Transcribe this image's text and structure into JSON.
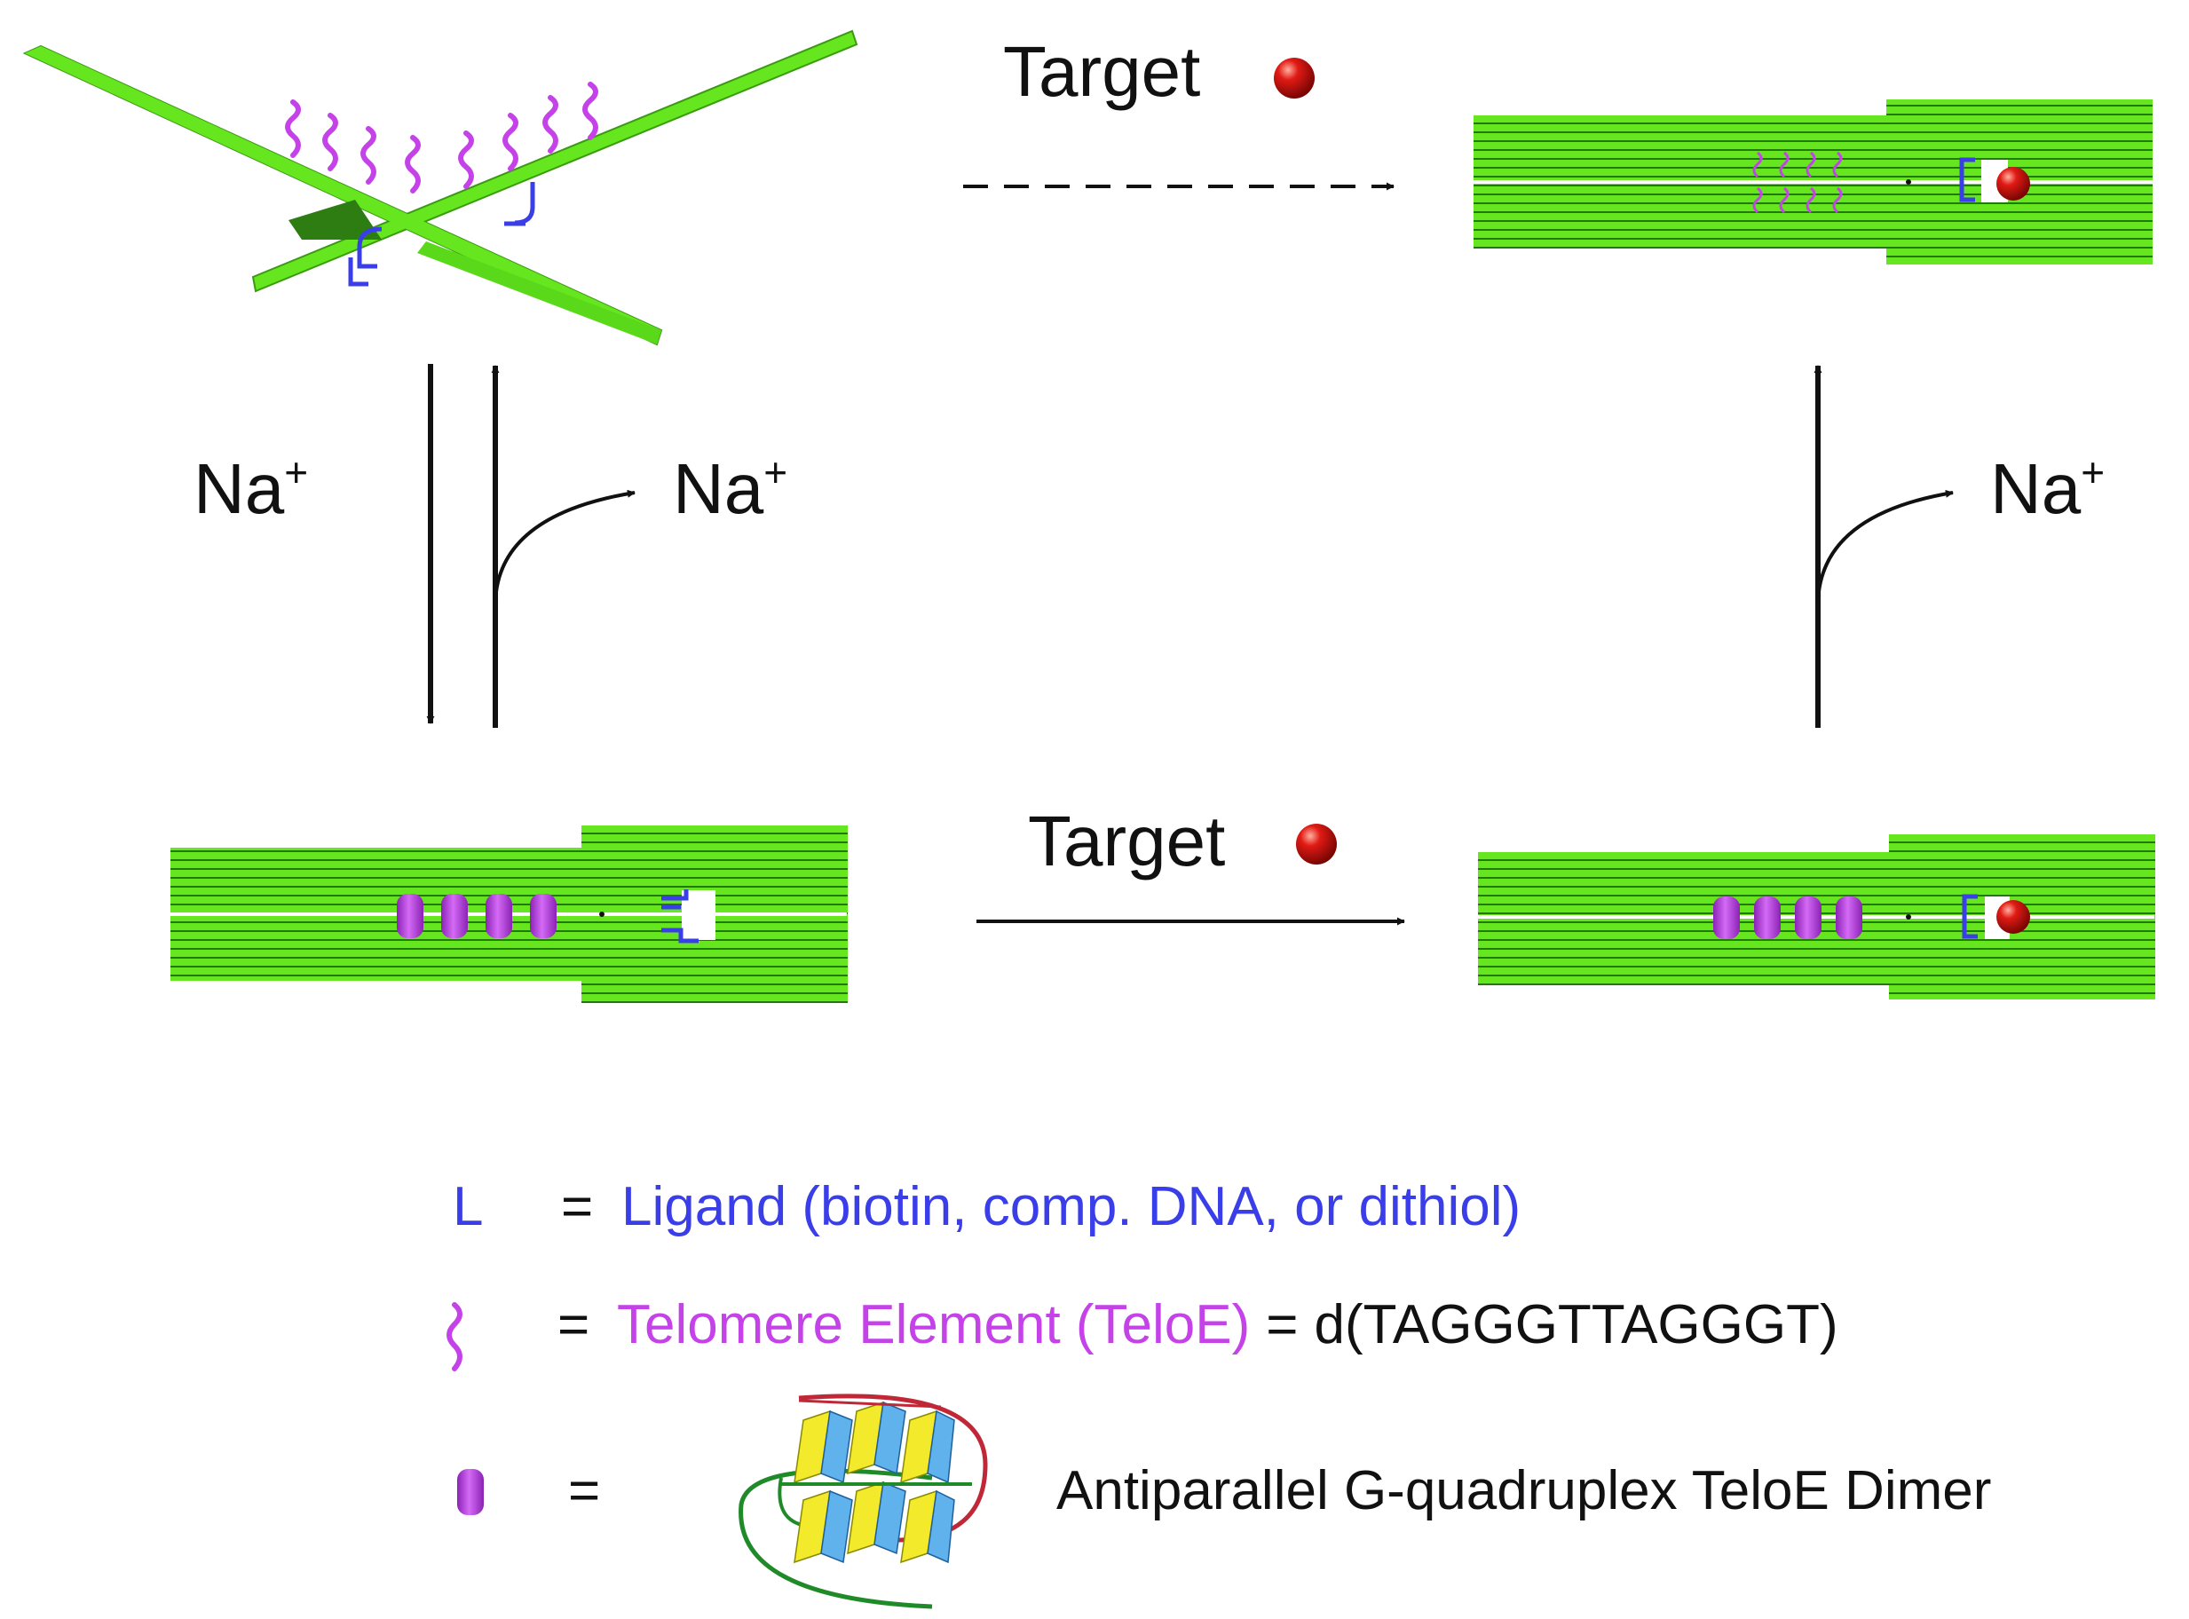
{
  "labels": {
    "target_top": "Target",
    "target_bottom": "Target",
    "na_left_in": "Na",
    "na_left_out": "Na",
    "na_right_out": "Na",
    "superscript_plus": "+"
  },
  "legend": {
    "ligand_symbol": "L",
    "ligand_eq": "=",
    "ligand_text": "Ligand (biotin, comp. DNA, or dithiol)",
    "teloe_eq": "=",
    "teloe_text": "Telomere Element (TeloE)",
    "teloe_eq2": "=",
    "teloe_seq": "d(TAGGGTTAGGGT)",
    "gq_eq": "=",
    "gq_text": "Antiparallel G-quadruplex TeloE Dimer"
  },
  "colors": {
    "origami_green": "#66e61f",
    "origami_stripe": "#1f7a0a",
    "ligand_blue": "#3a3ee8",
    "teloe_magenta": "#c442e8",
    "target_red": "#d9120f",
    "arrow_black": "#111111",
    "gq_yellow": "#f2ea2a",
    "gq_blue": "#5fb2ec"
  },
  "icons": {
    "target": "red-sphere-icon",
    "teloe": "squiggle-icon",
    "g_quadruplex": "purple-cylinder-icon"
  }
}
